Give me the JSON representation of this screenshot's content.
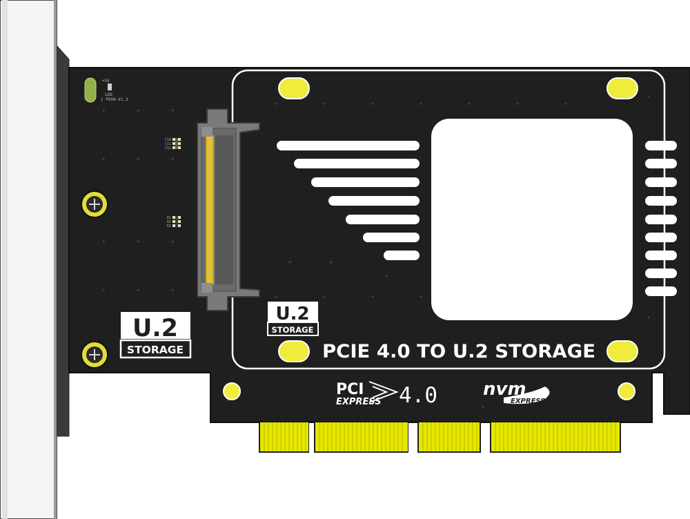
{
  "left_badge": {
    "title": "U.2",
    "subtitle": "STORAGE"
  },
  "board_badge": {
    "title": "U.2",
    "subtitle": "STORAGE"
  },
  "headline": "PCIE 4.0 TO U.2 STORAGE",
  "pci_logo": {
    "top": "PCI",
    "bottom": "EXPRESS",
    "version": "4.0"
  },
  "nvm_logo": {
    "top": "nvm",
    "bottom": "EXPRESS"
  },
  "silkscreen": {
    "led_label": "LED",
    "power_label": "+5V",
    "version_label": "i P004-V1.3",
    "cap_labels": [
      "C10",
      "C11",
      "C12"
    ],
    "res_labels": [
      "R1",
      "R2",
      "R3"
    ]
  },
  "colors": {
    "pcb": "#1f1f1f",
    "bracket": "#f2f2f2",
    "gold_contacts": "#e6e600",
    "mount_pad": "#f0ec3c",
    "silk_white": "#ffffff",
    "connector_grey": "#777777"
  }
}
